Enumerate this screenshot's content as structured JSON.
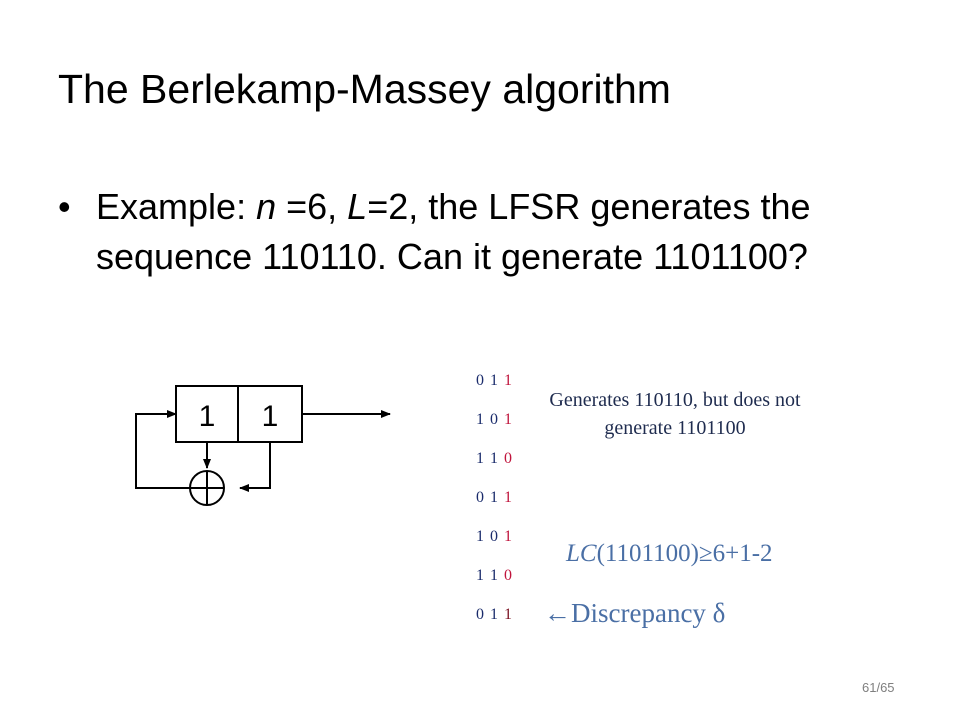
{
  "slide": {
    "title": "The Berlekamp-Massey algorithm",
    "bullet": {
      "marker": "•",
      "lead": "Example: ",
      "var_n": "n",
      "n_eq": " =6, ",
      "var_L": "L",
      "rest": "=2, the LFSR generates the sequence 110110. Can it generate 1101100?"
    },
    "lfsr": {
      "cells": [
        "1",
        "1"
      ],
      "xor_symbol": "⊕"
    },
    "states": [
      [
        "0",
        "1",
        "1"
      ],
      [
        "1",
        "0",
        "1"
      ],
      [
        "1",
        "1",
        "0"
      ],
      [
        "0",
        "1",
        "1"
      ],
      [
        "1",
        "0",
        "1"
      ],
      [
        "1",
        "1",
        "0"
      ],
      [
        "0",
        "1",
        "1"
      ]
    ],
    "note": "Generates 110110, but does not generate 1101100",
    "lc_prefix": "LC",
    "lc_rest": "(1101100)≥6+1-2",
    "discrepancy": "←Discrepancy δ",
    "page_number": "61/65",
    "colors": {
      "state_bit": "#1a2b6b",
      "feedback_bit": "#c0143c",
      "final_bit": "#7a1020",
      "note_text": "#1f2c4f",
      "accent_text": "#4a6fa5"
    }
  }
}
